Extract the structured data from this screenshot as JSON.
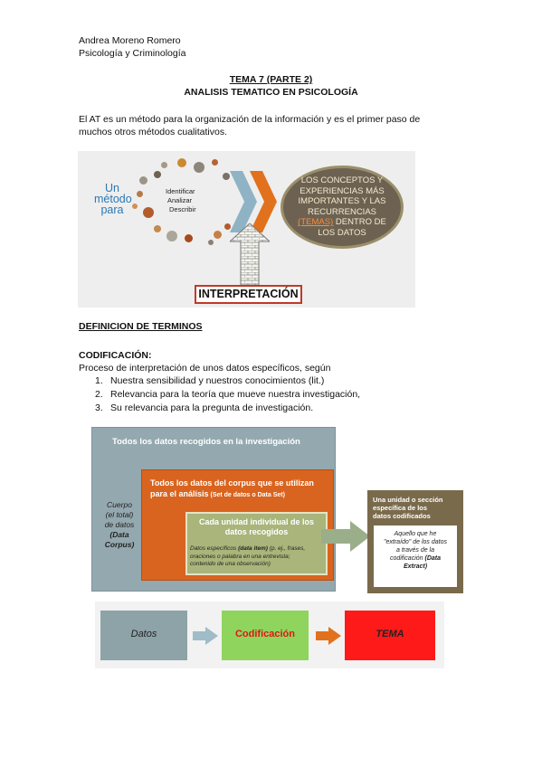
{
  "header": {
    "author": "Andrea Moreno Romero",
    "subject": "Psicología y Criminología"
  },
  "title": {
    "line1": "TEMA 7 (PARTE 2)",
    "line2": "ANALISIS TEMATICO EN PSICOLOGÍA"
  },
  "intro": {
    "line1": "El AT es un método para la organización de la información y es el primer paso de",
    "line2": "muchos otros métodos cualitativos."
  },
  "figure1": {
    "method_label_line1": "Un",
    "method_label_line2": "método",
    "method_label_line3": "para",
    "actions": [
      "Identificar",
      "Analizar",
      "Describir"
    ],
    "oval_lines": [
      "LOS CONCEPTOS Y",
      "EXPERIENCIAS MÁS",
      "IMPORTANTES Y LAS",
      "RECURRENCIAS"
    ],
    "oval_highlight": "(TEMAS)",
    "oval_line5_rest": " DENTRO DE",
    "oval_line6": "LOS DATOS",
    "interpretation": "INTERPRETACIÓN",
    "colors": {
      "chevron_blue": "#8fb3c4",
      "chevron_orange": "#e2711d",
      "oval": "#6d6251",
      "highlight": "#e0702a"
    }
  },
  "definitions": {
    "heading": "DEFINICION DE TERMINOS",
    "codificacion_heading": "CODIFICACIÓN:",
    "codificacion_text": "Proceso de interpretación de unos datos específicos, según",
    "items": [
      {
        "num": "1.",
        "text": "Nuestra sensibilidad y nuestros conocimientos (lit.)"
      },
      {
        "num": "2.",
        "text": "Relevancia para la teoría que mueve nuestra investigación,"
      },
      {
        "num": "3.",
        "text": "Su relevancia para la pregunta de investigación."
      }
    ]
  },
  "figure2": {
    "outer_title": "Todos los datos recogidos en la investigación",
    "corpus_lines": [
      "Cuerpo",
      "(el total)",
      "de datos"
    ],
    "corpus_bold": [
      "(Data",
      "Corpus)"
    ],
    "mid_title_line1": "Todos los datos del corpus que se utilizan",
    "mid_title_line2": "para el análisis",
    "mid_title_small": " (Set de datos o Data Set)",
    "inner_title_line1": "Cada unidad individual de los",
    "inner_title_line2": "datos recogidos",
    "inner_text_line1a": "Datos específicos ",
    "inner_text_bold": "(data item)",
    "inner_text_line1b": " (p. ej., frases,",
    "inner_text_line2": "oraciones o palabra en una entrevista;",
    "inner_text_line3": "contenido de una observación)",
    "brown_title": [
      "Una unidad o sección",
      "específica de los",
      "datos codificados"
    ],
    "extract_lines": [
      "Aquello que he",
      "\"extraído\" de los datos",
      "a través de la",
      "codificación"
    ],
    "extract_bold": "(Data",
    "extract_bold2": "Extract)",
    "colors": {
      "outer": "#94a8af",
      "mid": "#d9641f",
      "inner": "#a9b57a",
      "brown": "#7a6a4c"
    }
  },
  "figure3": {
    "datos": "Datos",
    "codificacion": "Codificación",
    "tema": "TEMA",
    "colors": {
      "datos": "#8ea3a8",
      "codificacion": "#8fd45d",
      "tema": "#ff1a1a",
      "arrow1": "#9fbcc8",
      "arrow2": "#e2711d"
    }
  }
}
